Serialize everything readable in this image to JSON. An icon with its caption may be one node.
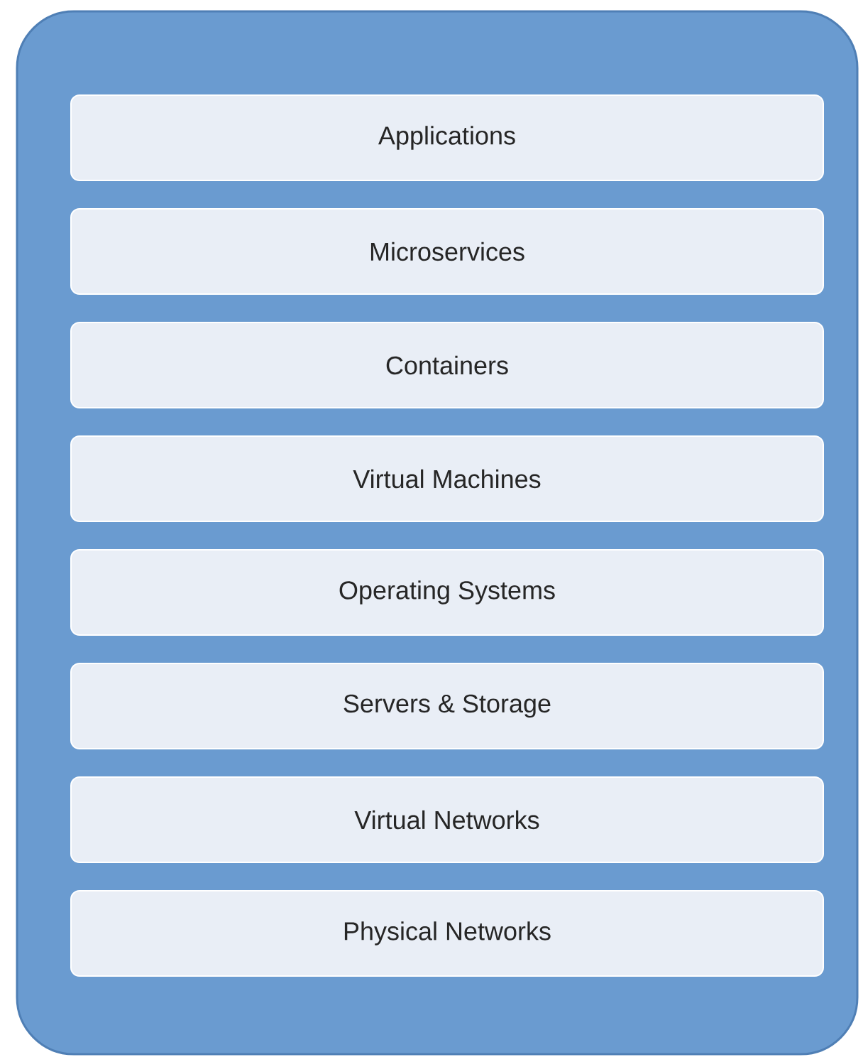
{
  "diagram": {
    "nodes": [
      {
        "text": [],
        "shape": "box"
      },
      {
        "text": [
          "Applications"
        ],
        "in": 0
      },
      {
        "text": [
          "Microservices"
        ],
        "in": 0
      },
      {
        "text": [
          "Containers"
        ],
        "in": 0
      },
      {
        "text": [
          "Virtual Machines"
        ],
        "in": 0
      },
      {
        "text": [
          "Operating Systems"
        ],
        "in": 0
      },
      {
        "text": [
          "Servers & Storage"
        ],
        "in": 0
      },
      {
        "text": [
          "Virtual Networks"
        ],
        "in": 0
      },
      {
        "text": [
          "Physical Networks"
        ],
        "in": 0
      }
    ]
  }
}
